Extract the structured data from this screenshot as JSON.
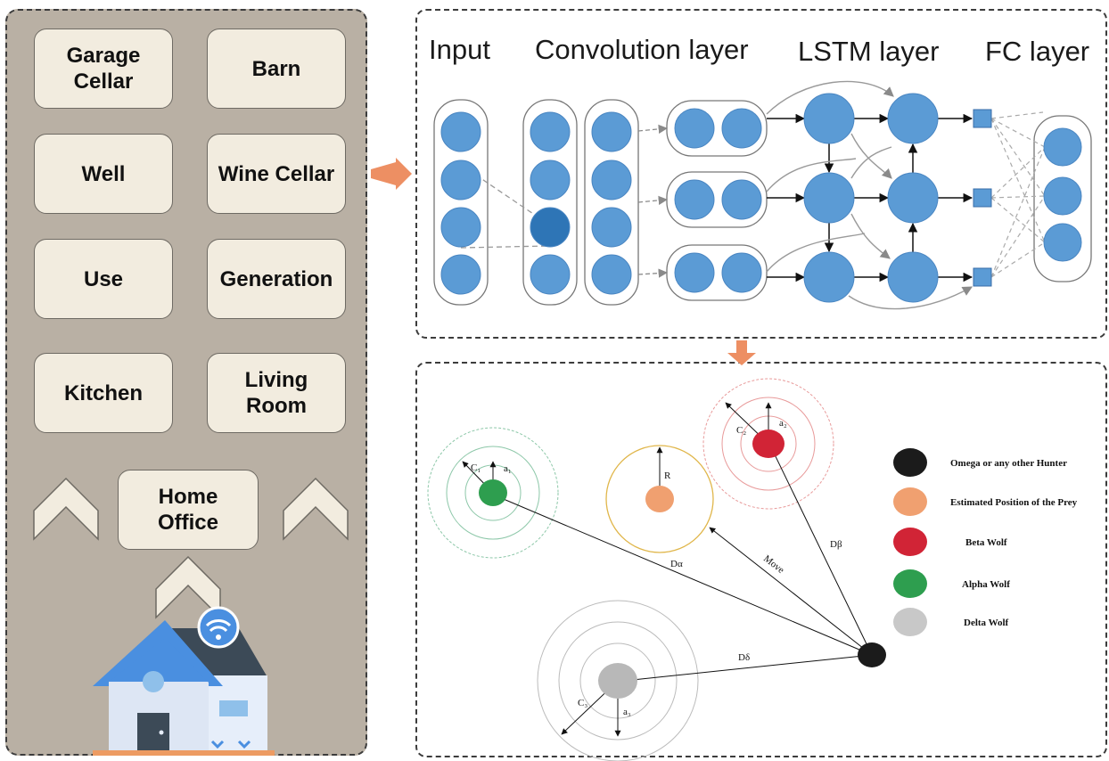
{
  "rooms": [
    {
      "label": "Garage\nCellar"
    },
    {
      "label": "Barn"
    },
    {
      "label": "Well"
    },
    {
      "label": "Wine Cellar"
    },
    {
      "label": "Use"
    },
    {
      "label": "Generation"
    },
    {
      "label": "Kitchen"
    },
    {
      "label": "Living\nRoom"
    }
  ],
  "home_office": "Home\nOffice",
  "network": {
    "titles": {
      "input": "Input",
      "conv": "Convolution layer",
      "lstm": "LSTM layer",
      "fc": "FC layer"
    }
  },
  "gwo": {
    "labels": {
      "c1": "C₁",
      "a1": "a₁",
      "c2": "C₂",
      "a2": "a₂",
      "c3": "C₃",
      "a3": "a₃",
      "r": "R",
      "d_alpha": "Dα",
      "d_beta": "Dβ",
      "d_delta": "Dδ",
      "move": "Move"
    },
    "legend": [
      {
        "label": "Omega or any other Hunter",
        "color": "#1b1b1b"
      },
      {
        "label": "Estimated Position of the Prey",
        "color": "#f0a070"
      },
      {
        "label": "Beta Wolf",
        "color": "#d12436"
      },
      {
        "label": "Alpha Wolf",
        "color": "#2e9e4f"
      },
      {
        "label": "Delta Wolf",
        "color": "#c8c8c8"
      }
    ]
  },
  "colors": {
    "node_blue": "#5b9bd5",
    "node_dark_blue": "#2e75b6",
    "panel_bg": "#b9b0a4",
    "room_bg": "#f2ecdf",
    "arrow_orange": "#ed8f63",
    "house_blue": "#4a8fe0",
    "house_roof_dark": "#3c4a57"
  }
}
